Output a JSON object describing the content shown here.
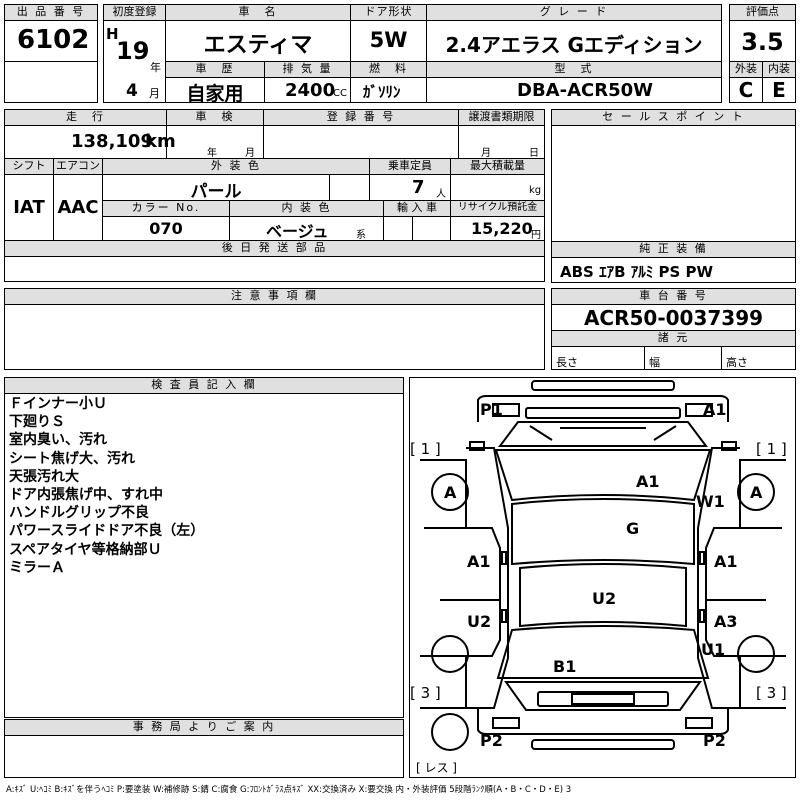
{
  "header": {
    "lot_no_label": "出 品 番 号",
    "lot_no": "6102",
    "first_reg_label": "初度登録",
    "era": "H",
    "year": "19",
    "year_unit": "年",
    "month": "4",
    "month_unit": "月",
    "car_name_label": "車　名",
    "car_name": "エスティマ",
    "door_label": "ドア形状",
    "door": "5W",
    "grade_label": "グ レ ー ド",
    "grade": "2.4アエラス Gエディション",
    "score_label": "評価点",
    "score": "3.5",
    "history_label": "車　歴",
    "history": "自家用",
    "displacement_label": "排 気 量",
    "displacement": "2400",
    "displacement_unit": "CC",
    "fuel_label": "燃　料",
    "fuel": "ｶﾞｿﾘﾝ",
    "model_label": "型　式",
    "model": "DBA-ACR50W",
    "exterior_label": "外装",
    "exterior": "C",
    "interior_label": "内装",
    "interior": "E"
  },
  "details": {
    "mileage_label": "走　行",
    "mileage": "138,109",
    "mileage_unit": "km",
    "inspection_label": "車　検",
    "inspection_year_unit": "年",
    "inspection_month_unit": "月",
    "reg_no_label": "登 録 番 号",
    "transfer_label": "譲渡書類期限",
    "transfer_month_unit": "月",
    "transfer_day_unit": "日",
    "shift_label": "シフト",
    "shift": "IAT",
    "aircon_label": "エアコン",
    "aircon": "AAC",
    "color_label": "外 装 色",
    "color": "パール",
    "capacity_label": "乗車定員",
    "capacity": "7",
    "capacity_unit": "人",
    "load_label": "最大積載量",
    "load_unit": "kg",
    "color_no_label": "カラー No.",
    "color_no": "070",
    "int_color_label": "内 装 色",
    "int_color": "ベージュ",
    "int_color_suffix": "系",
    "import_label": "輸 入 車",
    "recycle_label": "リサイクル預託金",
    "recycle": "15,220",
    "recycle_unit": "円",
    "later_parts_label": "後 日 発 送 部 品",
    "sales_point_label": "セ ー ル ス ポ イ ン ト",
    "equipment_label": "純 正 装 備",
    "equipment": "ABS ｴｱB ｱﾙﾐ PS PW",
    "caution_label": "注 意 事 項 欄",
    "chassis_label": "車 台 番 号",
    "chassis": "ACR50-0037399",
    "dims_label": "諸 元",
    "length_label": "長さ",
    "width_label": "幅",
    "height_label": "高さ"
  },
  "inspector": {
    "label": "検 査 員 記 入 欄",
    "notes": [
      "Ｆインナー小Ｕ",
      "下廻りＳ",
      "室内臭い、汚れ",
      "シート焦げ大、汚れ",
      "天張汚れ大",
      "ドア内張焦げ中、すれ中",
      "ハンドルグリップ不良",
      "パワースライドドア不良（左）",
      "スペアタイヤ等格納部Ｕ",
      "ミラーＡ"
    ]
  },
  "office": {
    "label": "事 務 局 よ り ご 案 内"
  },
  "diagram": {
    "marks": {
      "p1_left": "P1",
      "a1_front_right": "A1",
      "wheel_fl_bracket": "[ 1 ]",
      "wheel_fr_bracket": "[ 1 ]",
      "wheel_fl": "A",
      "wheel_fr": "A",
      "a1_hood": "A1",
      "w1": "W1",
      "g": "G",
      "a1_left": "A1",
      "a1_right": "A1",
      "u2_center": "U2",
      "u2_left": "U2",
      "a3_right": "A3",
      "u1_right": "U1",
      "b1": "B1",
      "wheel_rl_bracket": "[ 3 ]",
      "wheel_rr_bracket": "[ 3 ]",
      "p2_left": "P2",
      "p2_right": "P2",
      "spare": "[ レス ]"
    }
  },
  "legend": "A:ｷｽﾞ U:ﾍｺﾐ B:ｷｽﾞを伴うﾍｺﾐ P:要塗装 W:補修跡 S:錆 C:腐食 G:ﾌﾛﾝﾄｶﾞﾗｽ点ｷｽﾞ XX:交換済み X:要交換 内・外装評価 5段階ﾗﾝｸ順(A・B・C・D・E) 3"
}
